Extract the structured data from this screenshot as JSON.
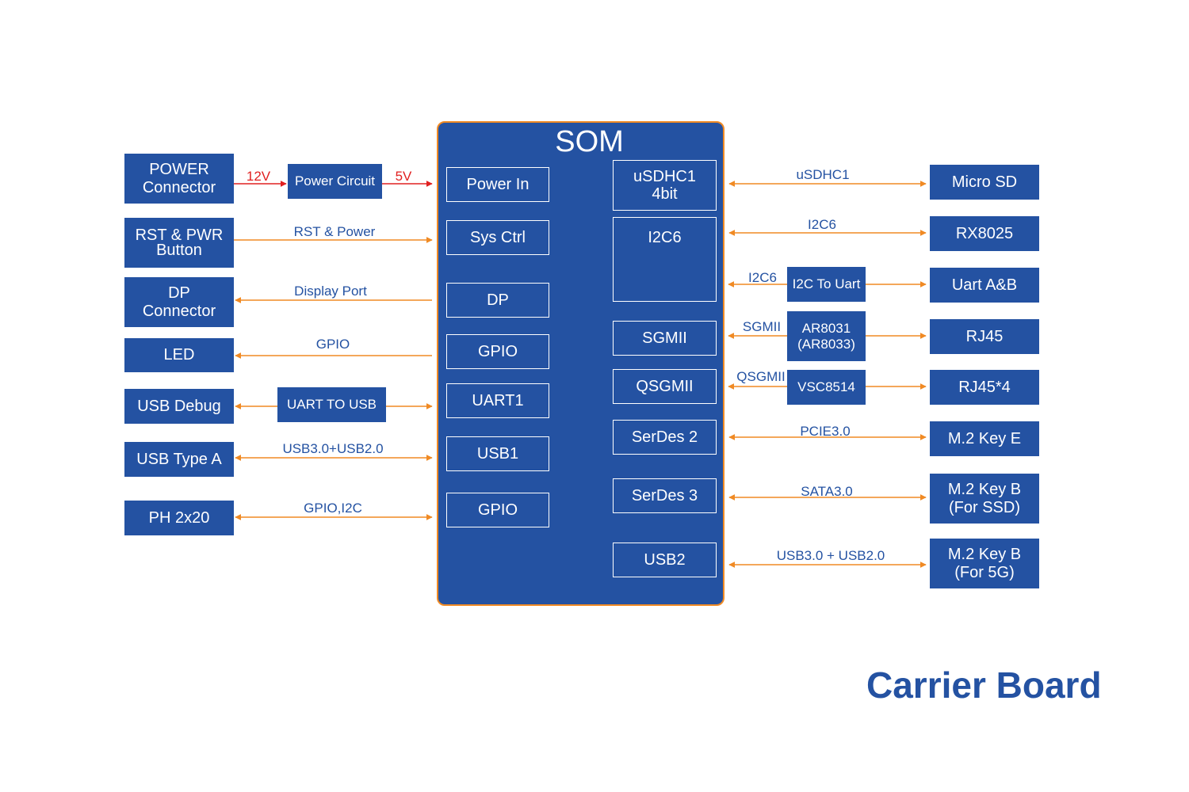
{
  "colors": {
    "block": "#2452a2",
    "arrow": "#f08a24",
    "power_arrow": "#e02020",
    "label": "#2452a2",
    "background": "#ffffff"
  },
  "som": {
    "title": "SOM",
    "left_ports": [
      "Power In",
      "Sys Ctrl",
      "DP",
      "GPIO",
      "UART1",
      "USB1",
      "GPIO"
    ],
    "right_ports": [
      "uSDHC1\n4bit",
      "I2C6",
      "SGMII",
      "QSGMII",
      "SerDes 2",
      "SerDes 3",
      "USB2"
    ]
  },
  "left_blocks": [
    "POWER\nConnector",
    "RST & PWR\nButton",
    "DP\nConnector",
    "LED",
    "USB Debug",
    "USB Type A",
    "PH 2x20"
  ],
  "left_intermediates": [
    "Power Circuit",
    "UART TO USB"
  ],
  "left_labels": [
    "12V",
    "5V",
    "RST & Power",
    "Display Port",
    "GPIO",
    "USB3.0+USB2.0",
    "GPIO,I2C"
  ],
  "right_blocks": [
    "Micro SD",
    "RX8025",
    "Uart A&B",
    "RJ45",
    "RJ45*4",
    "M.2 Key E",
    "M.2 Key B\n(For SSD)",
    "M.2 Key B\n(For 5G)"
  ],
  "right_intermediates": [
    "I2C To Uart",
    "AR8031\n(AR8033)",
    "VSC8514"
  ],
  "right_labels": [
    "uSDHC1",
    "I2C6",
    "I2C6",
    "SGMII",
    "QSGMII",
    "PCIE3.0",
    "SATA3.0",
    "USB3.0 + USB2.0"
  ],
  "caption": "Carrier Board"
}
